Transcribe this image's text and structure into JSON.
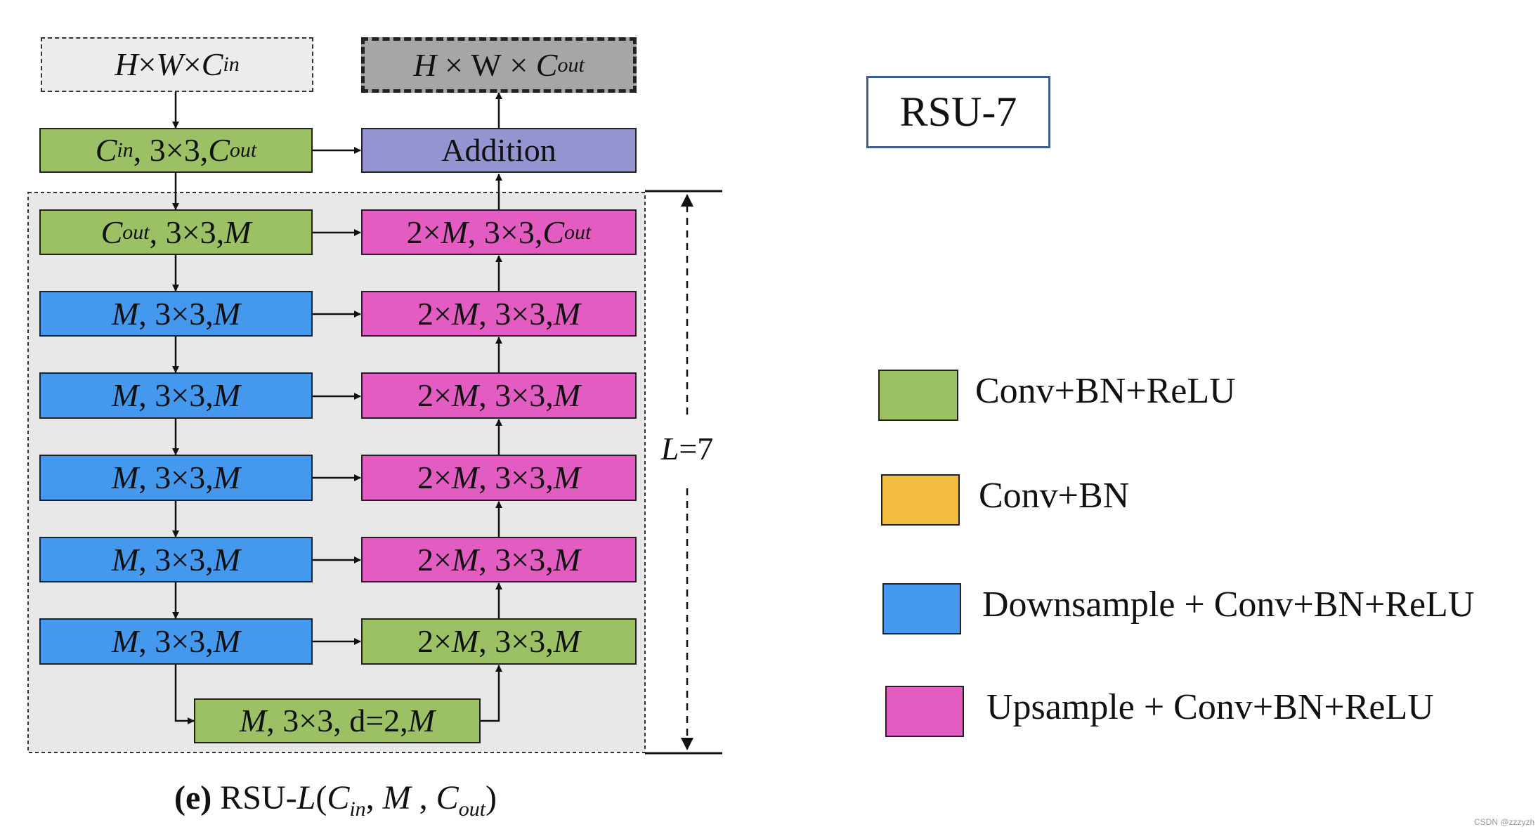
{
  "diagram": {
    "input_box": {
      "h": "H",
      "w": "W",
      "c": "C",
      "sub": "in"
    },
    "output_box": {
      "h": "H",
      "w": "W",
      "c": "C",
      "sub": "out"
    },
    "addition_label": "Addition",
    "encoder": [
      {
        "a": "C",
        "a_sub": "in",
        "rest": ", 3×3, ",
        "b": "C",
        "b_sub": "out"
      },
      {
        "a": "C",
        "a_sub": "out",
        "rest": ", 3×3, ",
        "b": "M",
        "b_sub": ""
      },
      {
        "a": "M",
        "a_sub": "",
        "rest": ", 3×3, ",
        "b": "M",
        "b_sub": ""
      },
      {
        "a": "M",
        "a_sub": "",
        "rest": ", 3×3, ",
        "b": "M",
        "b_sub": ""
      },
      {
        "a": "M",
        "a_sub": "",
        "rest": ", 3×3, ",
        "b": "M",
        "b_sub": ""
      },
      {
        "a": "M",
        "a_sub": "",
        "rest": ", 3×3, ",
        "b": "M",
        "b_sub": ""
      },
      {
        "a": "M",
        "a_sub": "",
        "rest": ", 3×3, ",
        "b": "M",
        "b_sub": ""
      }
    ],
    "decoder": [
      {
        "pre": "2×",
        "a": "M",
        "rest": ", 3×3, ",
        "b": "C",
        "b_sub": "out"
      },
      {
        "pre": "2×",
        "a": "M",
        "rest": ", 3×3, ",
        "b": "M",
        "b_sub": ""
      },
      {
        "pre": "2×",
        "a": "M",
        "rest": ", 3×3, ",
        "b": "M",
        "b_sub": ""
      },
      {
        "pre": "2×",
        "a": "M",
        "rest": ", 3×3, ",
        "b": "M",
        "b_sub": ""
      },
      {
        "pre": "2×",
        "a": "M",
        "rest": ", 3×3, ",
        "b": "M",
        "b_sub": ""
      },
      {
        "pre": "2×",
        "a": "M",
        "rest": ", 3×3, ",
        "b": "M",
        "b_sub": ""
      }
    ],
    "bottom": {
      "a": "M",
      "rest": ", 3×3, d=2, ",
      "b": "M"
    },
    "depth_label": {
      "var": "L",
      "value": "=7"
    },
    "caption": {
      "prefix": "(e)",
      "name": "RSU-",
      "var": "L",
      "open": "(",
      "c1": "C",
      "c1_sub": "in",
      "sep1": ", ",
      "m": "M",
      "sep2": " , ",
      "c2": "C",
      "c2_sub": "out",
      "close": ")"
    }
  },
  "title_box": "RSU-7",
  "legend": [
    {
      "label": "Conv+BN+ReLU",
      "color": "#9bc164"
    },
    {
      "label": "Conv+BN",
      "color": "#f2bd3e"
    },
    {
      "label": "Downsample + Conv+BN+ReLU",
      "color": "#4499ee"
    },
    {
      "label": "Upsample + Conv+BN+ReLU",
      "color": "#e25cc2"
    }
  ],
  "watermark": "CSDN @zzzyzh"
}
